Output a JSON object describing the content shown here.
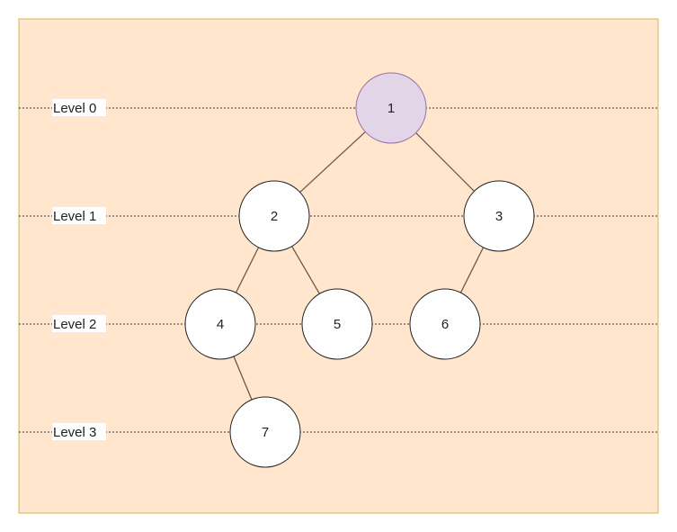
{
  "diagram": {
    "background_color": "#FFE6CC",
    "border_color": "#D6B656",
    "edge_color": "#6B5A4A",
    "root_fill": "#E1D5E7",
    "node_fill": "#FFFFFF",
    "node_stroke": "#222222"
  },
  "levels": [
    {
      "label": "Level 0"
    },
    {
      "label": "Level 1"
    },
    {
      "label": "Level 2"
    },
    {
      "label": "Level 3"
    }
  ],
  "nodes": [
    {
      "label": "1",
      "level": 0,
      "root": true
    },
    {
      "label": "2",
      "level": 1
    },
    {
      "label": "3",
      "level": 1
    },
    {
      "label": "4",
      "level": 2
    },
    {
      "label": "5",
      "level": 2
    },
    {
      "label": "6",
      "level": 2
    },
    {
      "label": "7",
      "level": 3
    }
  ],
  "edges": [
    {
      "from": "1",
      "to": "2"
    },
    {
      "from": "1",
      "to": "3"
    },
    {
      "from": "2",
      "to": "4"
    },
    {
      "from": "2",
      "to": "5"
    },
    {
      "from": "3",
      "to": "6"
    },
    {
      "from": "4",
      "to": "7"
    }
  ]
}
